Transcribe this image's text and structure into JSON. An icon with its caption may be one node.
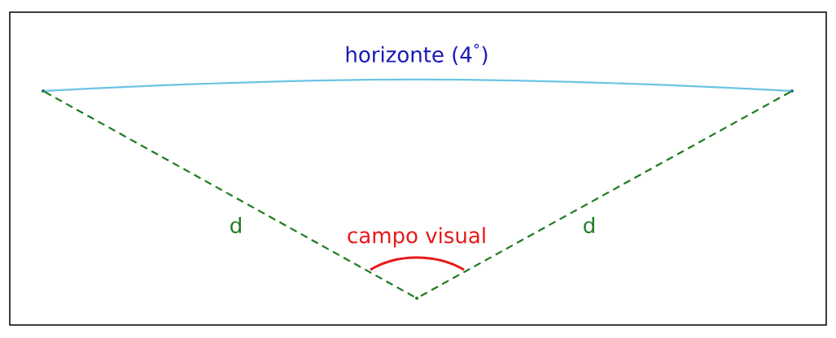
{
  "diagram": {
    "nodes": [
      {
        "text": [],
        "shape": "circle"
      },
      {
        "text": [],
        "shape": "circle"
      },
      {
        "text": [],
        "shape": "circle"
      }
    ],
    "edges": [
      {
        "from": 0,
        "to": 1,
        "arrow": "none",
        "label": "horizonte (4$^{°}$)",
        "color": "#6cc3e3"
      },
      {
        "from": 0,
        "to": 2,
        "arrow": "none",
        "label": "d",
        "style": "dashed",
        "color": "#1e7a1e"
      },
      {
        "from": 1,
        "to": 2,
        "arrow": "none",
        "label": "d",
        "style": "dashed",
        "color": "#1e7a1e"
      }
    ],
    "labels": [
      "campo visual"
    ]
  }
}
